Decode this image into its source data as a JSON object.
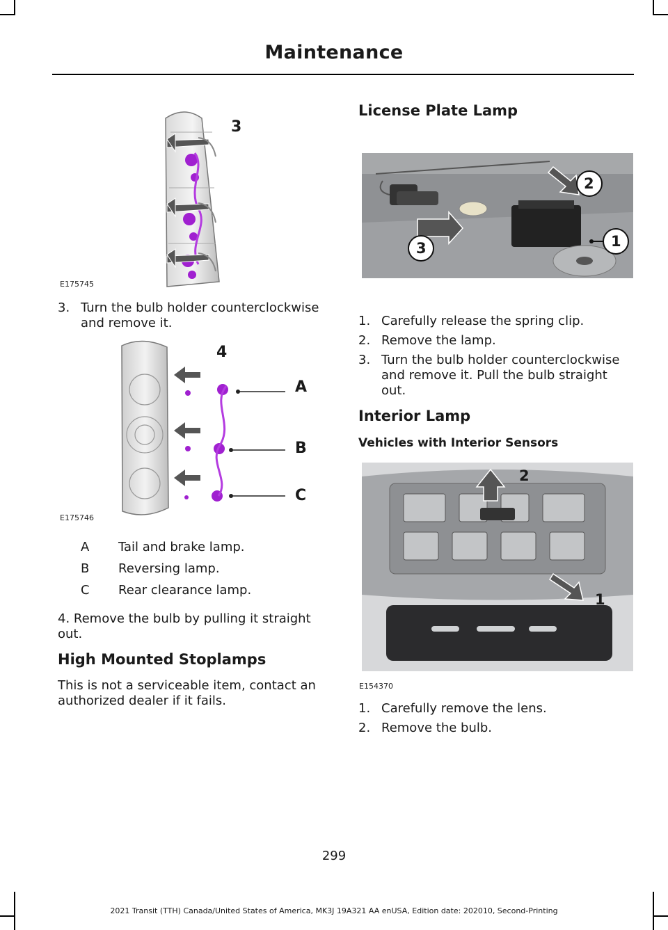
{
  "header": {
    "title": "Maintenance"
  },
  "figures": {
    "fig1": {
      "id": "E175745",
      "callout": "3"
    },
    "fig2": {
      "id": "E175746",
      "callout": "4",
      "labels": [
        "A",
        "B",
        "C"
      ]
    },
    "fig3": {
      "callouts": [
        "2",
        "1",
        "3"
      ]
    },
    "fig4": {
      "id": "E154370",
      "callouts": [
        "2",
        "1"
      ]
    }
  },
  "left": {
    "step3": {
      "num": "3.",
      "text": "Turn the bulb holder counterclockwise and remove it."
    },
    "legend": [
      {
        "key": "A",
        "value": "Tail and brake lamp."
      },
      {
        "key": "B",
        "value": "Reversing lamp."
      },
      {
        "key": "C",
        "value": "Rear clearance lamp."
      }
    ],
    "step4": "4. Remove the bulb by pulling it straight out.",
    "high_mounted": {
      "heading": "High Mounted Stoplamps",
      "text": "This is not a serviceable item, contact an authorized dealer if it fails."
    }
  },
  "right": {
    "license": {
      "heading": "License Plate Lamp",
      "steps": [
        {
          "num": "1.",
          "text": "Carefully release the spring clip."
        },
        {
          "num": "2.",
          "text": "Remove the lamp."
        },
        {
          "num": "3.",
          "text": "Turn the bulb holder counterclockwise and remove it. Pull the bulb straight out."
        }
      ]
    },
    "interior": {
      "heading": "Interior Lamp",
      "subheading": "Vehicles with Interior Sensors",
      "steps": [
        {
          "num": "1.",
          "text": "Carefully remove the lens."
        },
        {
          "num": "2.",
          "text": "Remove the bulb."
        }
      ]
    }
  },
  "page_number": "299",
  "footer": "2021 Transit (TTH) Canada/United States of America, MK3J 19A321 AA enUSA, Edition date: 202010, Second-Printing"
}
